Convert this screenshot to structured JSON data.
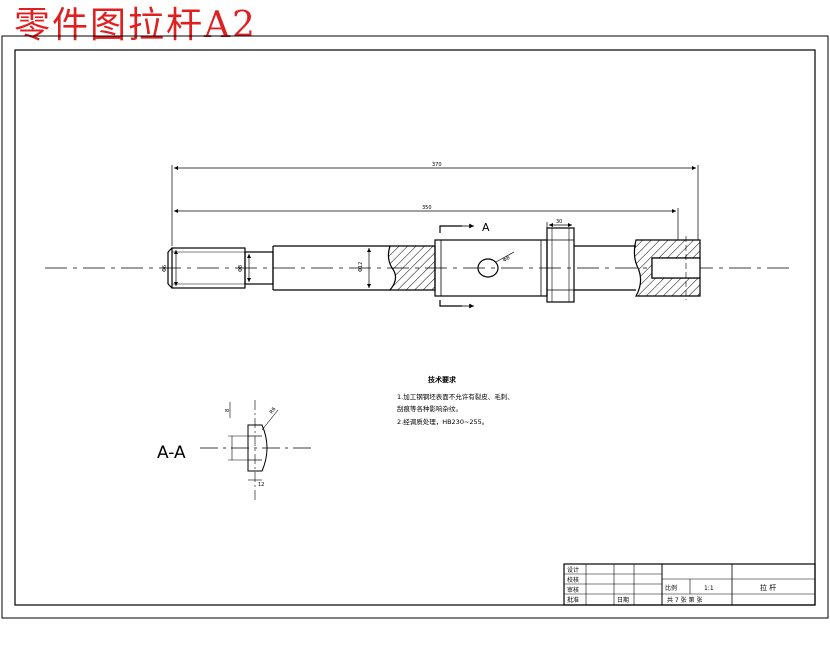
{
  "banner": {
    "title": "零件图拉杆A2",
    "color": "#e02020"
  },
  "dimensions": {
    "overall_length": "370",
    "length_to_slot": "350",
    "collar_width": "30",
    "dia_left": "Φ6",
    "dia_mid": "Φ8",
    "dia_main": "Φ12",
    "cross_hole": "Φ8",
    "section_depth": "8",
    "section_radius": "R6",
    "section_width": "12"
  },
  "section_marker": {
    "main": "A",
    "view_title": "A-A"
  },
  "tech_notes": {
    "title": "技术要求",
    "line1": "1.加工钢钢坯表面不允许有裂皮、毛刺、",
    "line2": "刮痕等各种影响杂纹。",
    "line3": "2.经调质处理，HB230~255。"
  },
  "title_block": {
    "row_design": "设计",
    "row_draw": "校核",
    "row_check": "审核",
    "row_approve": "批准",
    "label_date": "日期",
    "scale_label": "比例",
    "scale_value": "1:1",
    "sheet_info": "共 7 张 第  张",
    "part_name": "拉 杆"
  }
}
